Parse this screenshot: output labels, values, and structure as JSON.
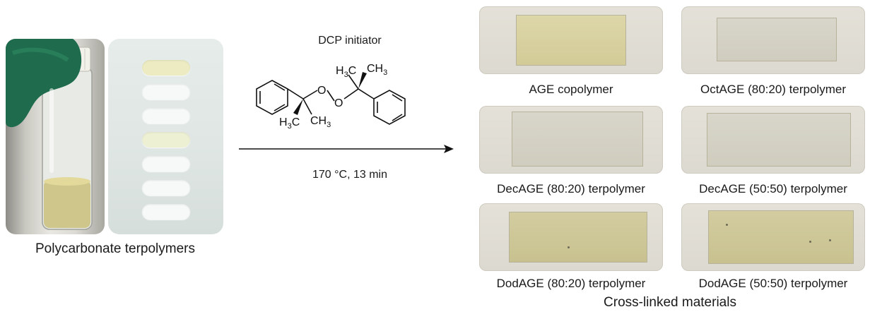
{
  "left": {
    "caption": "Polycarbonate terpolymers"
  },
  "reaction": {
    "initiator_label": "DCP initiator",
    "conditions": "170 °C, 13 min",
    "structure_labels": {
      "h3c_c": "H3C",
      "ch3_b": "CH3",
      "h3c_b": "H3C",
      "ch3_c": "CH3",
      "o1": "O",
      "o2": "O"
    }
  },
  "materials": {
    "caption": "Cross-linked materials",
    "samples": [
      {
        "label": "AGE copolymer"
      },
      {
        "label": "OctAGE (80:20) terpolymer"
      },
      {
        "label": "DecAGE (80:20) terpolymer"
      },
      {
        "label": "DecAGE (50:50) terpolymer"
      },
      {
        "label": "DodAGE (80:20) terpolymer"
      },
      {
        "label": "DodAGE (50:50) terpolymer"
      }
    ]
  }
}
